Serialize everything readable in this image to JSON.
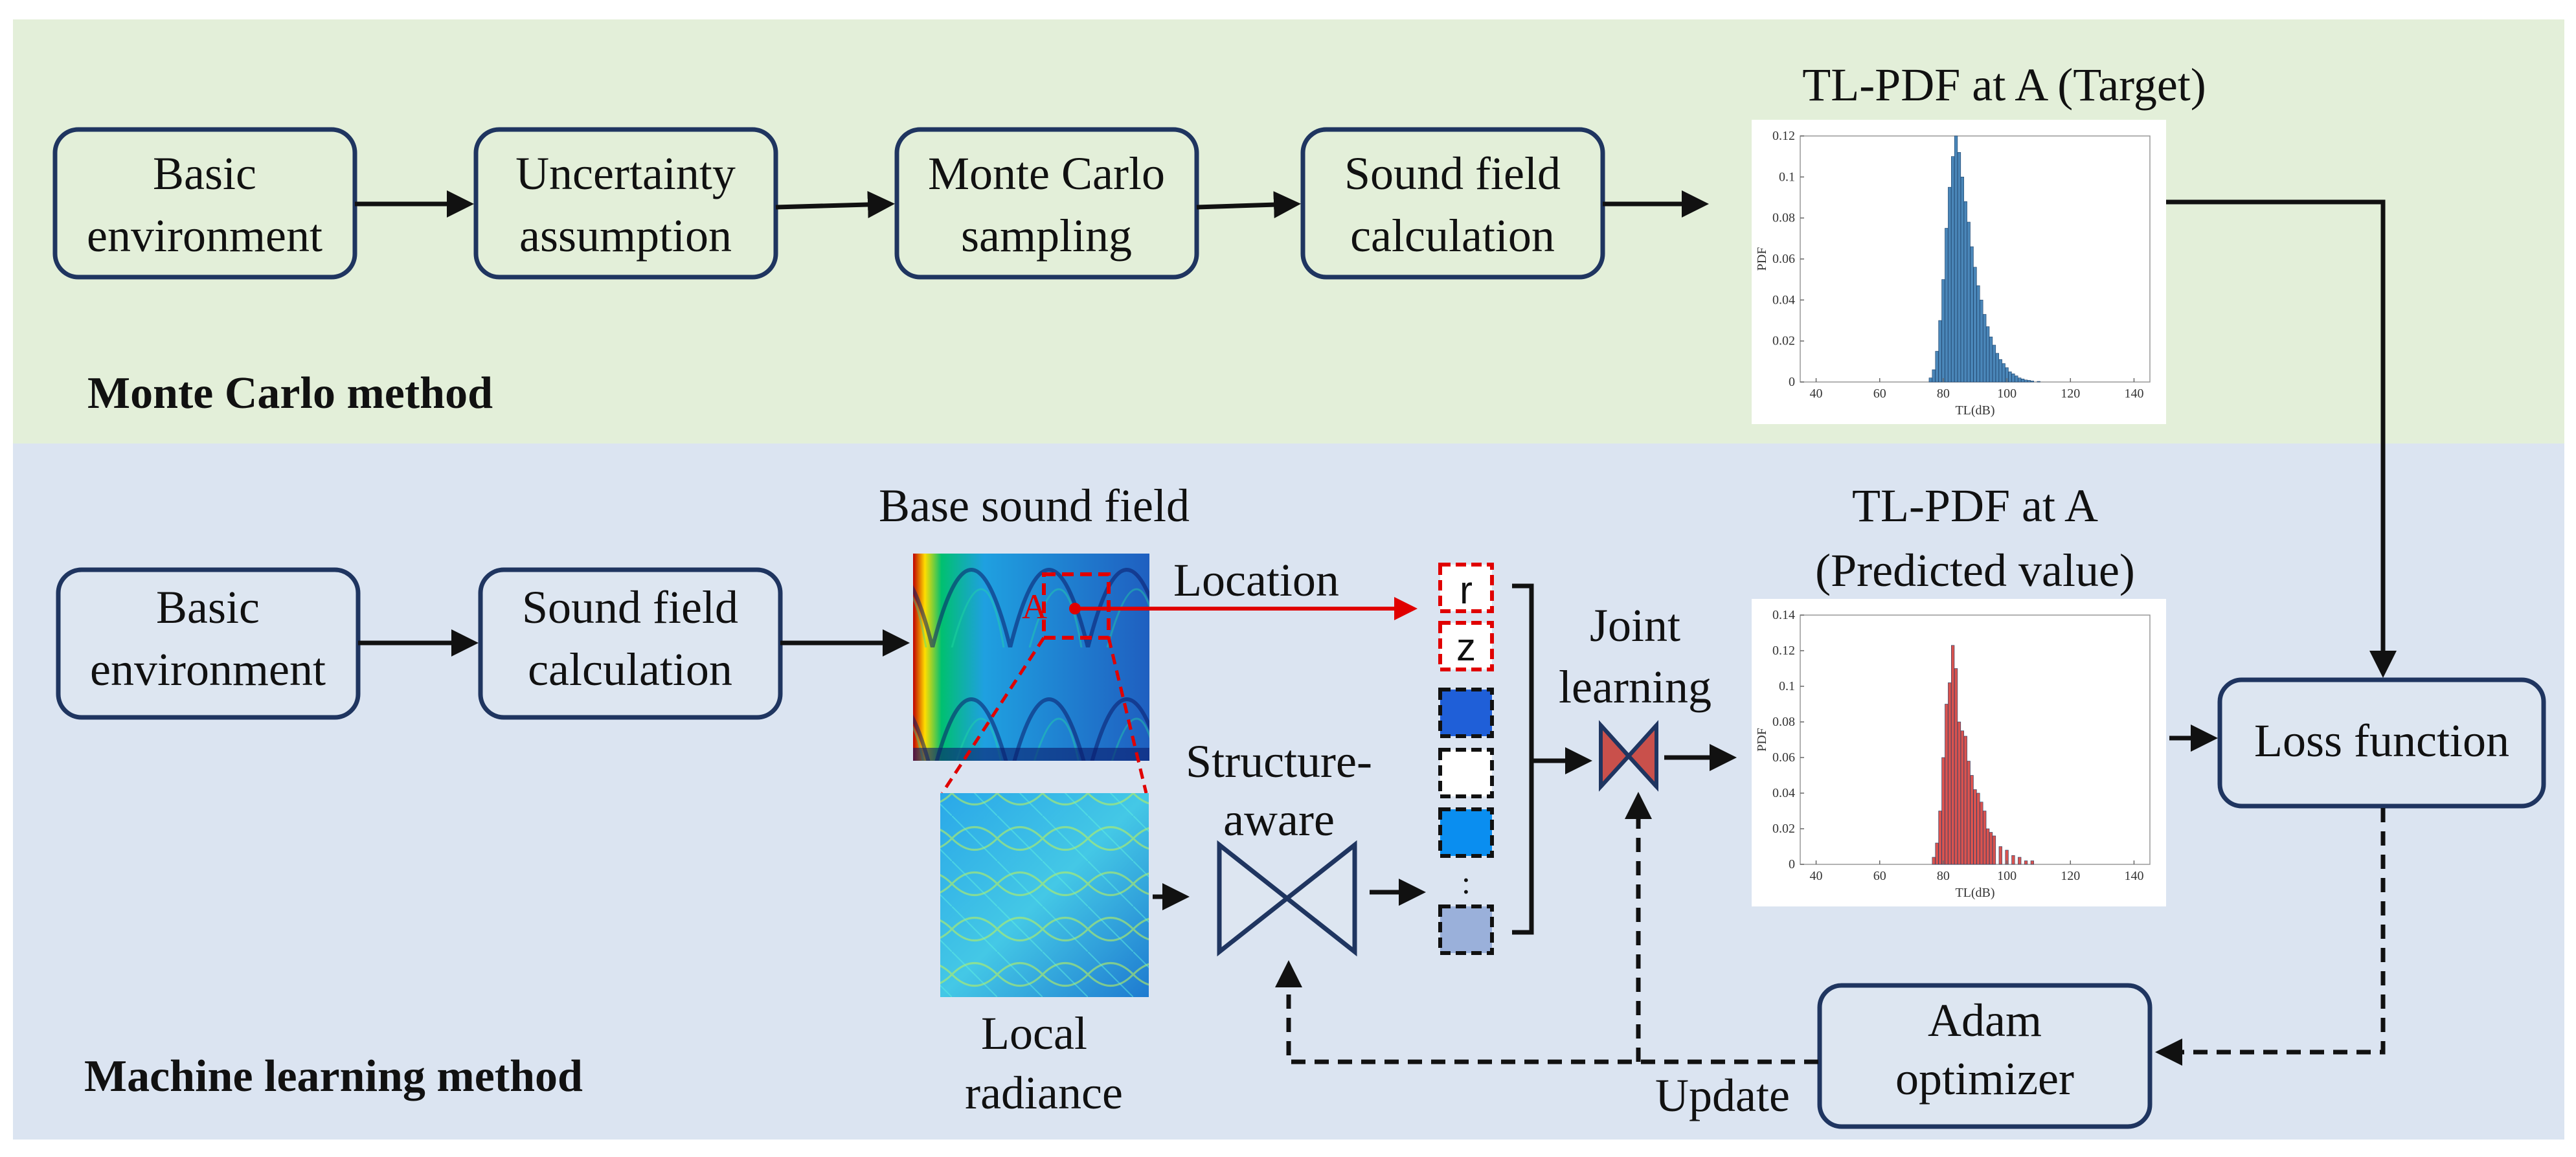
{
  "sections": {
    "top": {
      "label": "Monte Carlo method",
      "color": "#e3efd9"
    },
    "bottom": {
      "label": "Machine learning method",
      "color": "#dbe4f1"
    }
  },
  "mc_boxes": [
    {
      "line1": "Basic",
      "line2": "environment"
    },
    {
      "line1": "Uncertainty",
      "line2": "assumption"
    },
    {
      "line1": "Monte Carlo",
      "line2": "sampling"
    },
    {
      "line1": "Sound field",
      "line2": "calculation"
    }
  ],
  "ml_boxes": [
    {
      "line1": "Basic",
      "line2": "environment"
    },
    {
      "line1": "Sound field",
      "line2": "calculation"
    }
  ],
  "target_plot": {
    "title": "TL-PDF at A (Target)",
    "xlabel": "TL(dB)",
    "ylabel": "PDF",
    "xticks": [
      "40",
      "60",
      "80",
      "100",
      "120",
      "140"
    ],
    "yticks": [
      "0",
      "0.02",
      "0.04",
      "0.06",
      "0.08",
      "0.1",
      "0.12"
    ],
    "color": "#4a86b8"
  },
  "predicted_plot": {
    "title_line1": "TL-PDF at A",
    "title_line2": "(Predicted value)",
    "xlabel": "TL(dB)",
    "ylabel": "PDF",
    "xticks": [
      "40",
      "60",
      "80",
      "100",
      "120",
      "140"
    ],
    "yticks": [
      "0",
      "0.02",
      "0.04",
      "0.06",
      "0.08",
      "0.1",
      "0.12",
      "0.14"
    ],
    "color": "#d9534f"
  },
  "labels": {
    "base_sound_field": "Base sound field",
    "point_a": "A",
    "location": "Location",
    "local_line1": "Local",
    "local_line2": "radiance",
    "structure_line1": "Structure-",
    "structure_line2": "aware",
    "joint_line1": "Joint",
    "joint_line2": "learning",
    "token_r": "r",
    "token_z": "z",
    "token_dots": ":",
    "loss": "Loss function",
    "adam_line1": "Adam",
    "adam_line2": "optimizer",
    "update": "Update"
  },
  "chart_data": [
    {
      "type": "bar",
      "title": "TL-PDF at A (Target)",
      "xlabel": "TL(dB)",
      "ylabel": "PDF",
      "xlim": [
        35,
        145
      ],
      "ylim": [
        0,
        0.12
      ],
      "x": [
        76,
        77,
        78,
        79,
        80,
        81,
        82,
        83,
        84,
        85,
        86,
        87,
        88,
        89,
        90,
        91,
        92,
        93,
        94,
        95,
        96,
        97,
        98,
        99,
        100,
        101,
        102,
        103,
        104,
        105,
        106,
        107,
        108,
        110
      ],
      "values": [
        0.002,
        0.006,
        0.015,
        0.03,
        0.05,
        0.075,
        0.095,
        0.11,
        0.12,
        0.112,
        0.1,
        0.088,
        0.078,
        0.066,
        0.056,
        0.047,
        0.04,
        0.033,
        0.027,
        0.022,
        0.018,
        0.014,
        0.011,
        0.009,
        0.007,
        0.005,
        0.004,
        0.003,
        0.002,
        0.0015,
        0.001,
        0.0008,
        0.0005,
        0.0003
      ]
    },
    {
      "type": "bar",
      "title": "TL-PDF at A (Predicted value)",
      "xlabel": "TL(dB)",
      "ylabel": "PDF",
      "xlim": [
        35,
        145
      ],
      "ylim": [
        0,
        0.14
      ],
      "x": [
        77,
        78,
        79,
        80,
        81,
        82,
        83,
        84,
        85,
        86,
        87,
        88,
        89,
        90,
        91,
        92,
        93,
        94,
        95,
        96,
        98,
        100,
        102,
        104,
        106,
        108
      ],
      "values": [
        0.004,
        0.012,
        0.03,
        0.06,
        0.09,
        0.102,
        0.123,
        0.11,
        0.08,
        0.075,
        0.072,
        0.058,
        0.05,
        0.042,
        0.04,
        0.035,
        0.03,
        0.02,
        0.018,
        0.016,
        0.01,
        0.008,
        0.005,
        0.004,
        0.002,
        0.002
      ]
    }
  ]
}
